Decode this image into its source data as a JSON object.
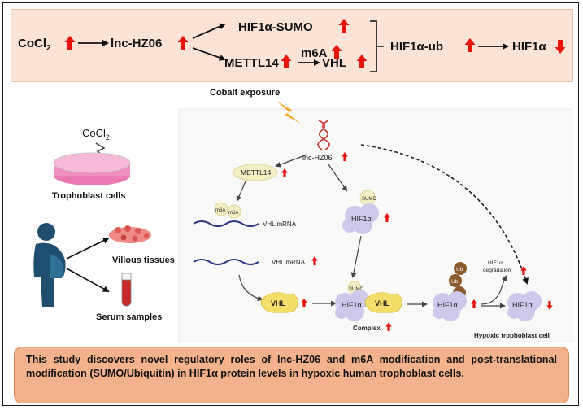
{
  "pathway": {
    "cocl2": "CoCl",
    "cocl2_sub": "2",
    "lnc": "lnc-HZ06",
    "sumo": "HIF1α-SUMO",
    "mettl14": "METTL14",
    "m6a": "m6A",
    "vhl": "VHL",
    "ub": "HIF1α-ub",
    "hif": "HIF1α"
  },
  "figure": {
    "cobalt": "Cobalt exposure",
    "cocl2": "CoCl",
    "cocl2_sub": "2",
    "trophoblast": "Trophoblast cells",
    "villous": "Villous tissues",
    "serum": "Serum samples",
    "lnc": "lnc-HZ06",
    "mettl14": "METTL14",
    "m6a": "m6A",
    "vhl_mrna": "VHL mRNA",
    "sumo": "SUMO",
    "hif": "HIF1α",
    "vhl": "VHL",
    "complex": "Complex",
    "ub": "Ub",
    "degradation_line1": "HIF1α",
    "degradation_line2": "degradation",
    "cell_label": "Hypoxic trophoblast cell"
  },
  "summary": "This study discovers novel regulatory roles of lnc-HZ06 and m6A modification and post-translational modification (SUMO/Ubiquitin) in HIF1α protein levels in hypoxic human trophoblast cells.",
  "colors": {
    "up_arrow": "#e8140c",
    "top_box": "#fbe3d6",
    "bottom_box": "#f4b28c",
    "hif_protein": "#cfc8ea",
    "vhl_protein": "#f5df6a",
    "ub_ball": "#8b5a2b",
    "mettl_oval": "#f3eec4",
    "dish": "#f08fbf"
  }
}
